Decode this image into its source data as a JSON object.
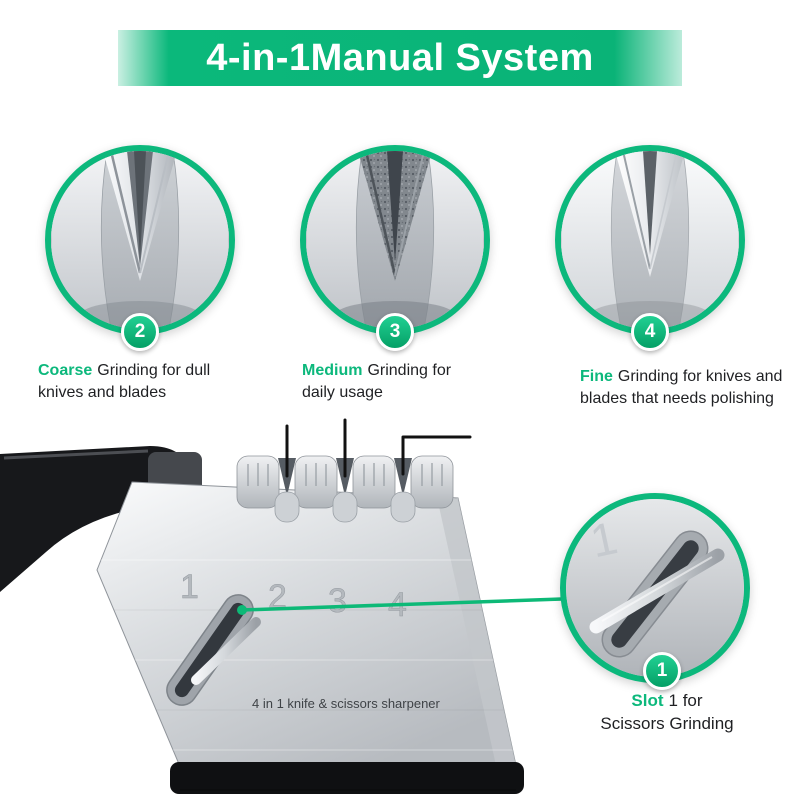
{
  "banner": {
    "title": "4-in-1Manual System"
  },
  "colors": {
    "accent_green": "#0cb87c",
    "badge_green_dark": "#05a066",
    "banner_green": "#0ab377",
    "callout_line_black": "#111111"
  },
  "callouts": [
    {
      "id": "coarse",
      "badge": "2",
      "highlight": "Coarse",
      "text": "Grinding for dull knives and blades"
    },
    {
      "id": "medium",
      "badge": "3",
      "highlight": "Medium",
      "text": "Grinding for daily usage"
    },
    {
      "id": "fine",
      "badge": "4",
      "highlight": "Fine",
      "text": "Grinding for knives and blades that needs polishing"
    }
  ],
  "slot_callout": {
    "badge": "1",
    "highlight": "Slot",
    "line1_rest": "1 for",
    "line2": "Scissors Grinding"
  },
  "product": {
    "slot_numbers": [
      "1",
      "2",
      "3",
      "4"
    ],
    "etched_label": "4 in 1 knife & scissors sharpener"
  }
}
